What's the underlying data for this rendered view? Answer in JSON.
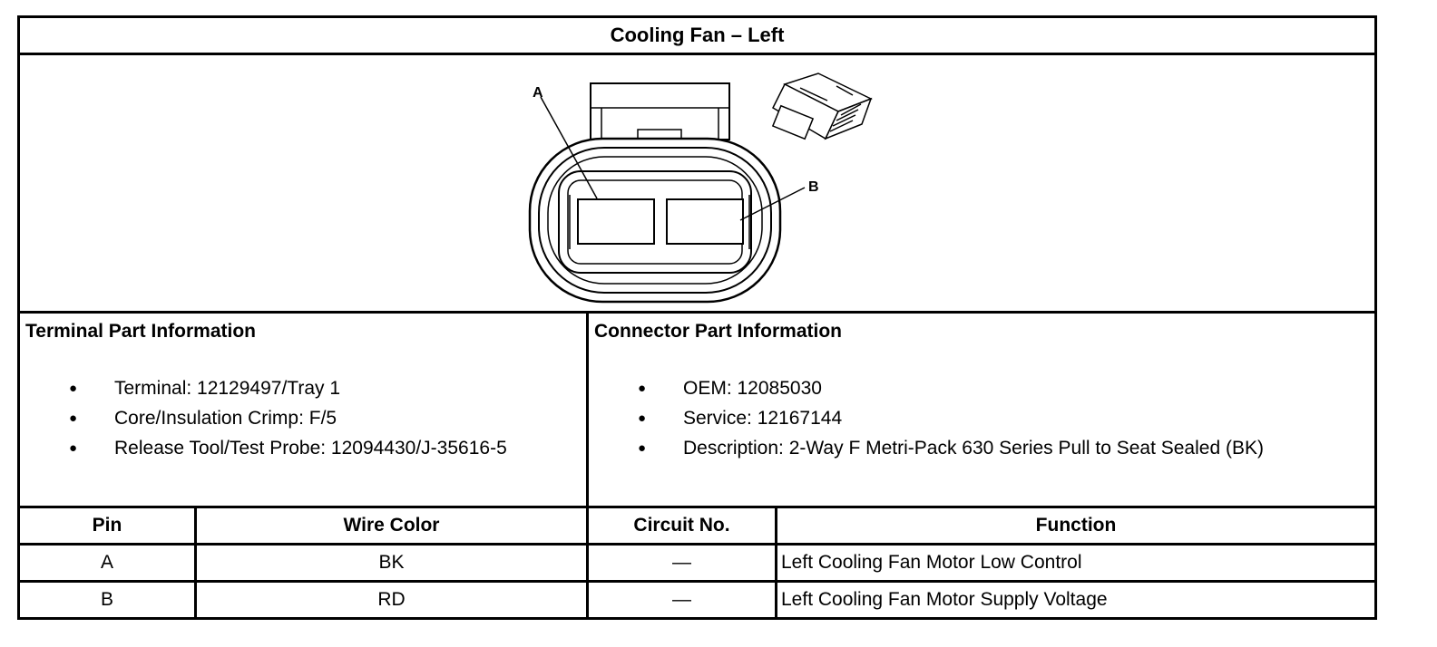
{
  "title": "Cooling Fan – Left",
  "diagram": {
    "label_a": "A",
    "label_b": "B"
  },
  "terminal": {
    "heading": "Terminal Part Information",
    "items": [
      "Terminal: 12129497/Tray 1",
      "Core/Insulation Crimp: F/5",
      "Release Tool/Test Probe: 12094430/J-35616-5"
    ]
  },
  "connector": {
    "heading": "Connector Part Information",
    "items": [
      "OEM: 12085030",
      "Service: 12167144",
      "Description: 2-Way F Metri-Pack 630 Series Pull to Seat Sealed (BK)"
    ]
  },
  "pin_table": {
    "headers": [
      "Pin",
      "Wire Color",
      "Circuit No.",
      "Function"
    ],
    "rows": [
      [
        "A",
        "BK",
        "—",
        "Left Cooling Fan Motor Low Control"
      ],
      [
        "B",
        "RD",
        "—",
        "Left Cooling Fan Motor Supply Voltage"
      ]
    ]
  }
}
